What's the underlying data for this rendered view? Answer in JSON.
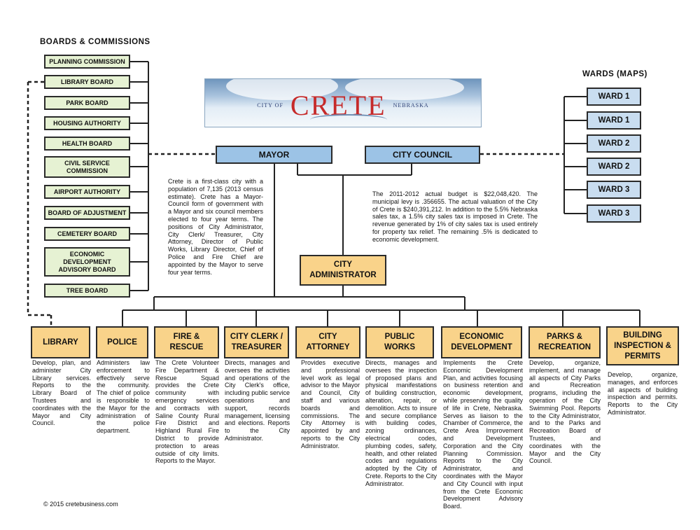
{
  "headers": {
    "boards": "BOARDS & COMMISSIONS",
    "wards": "WARDS (MAPS)"
  },
  "banner": {
    "city_of": "CITY OF",
    "name": "CRETE",
    "state": "NEBRASKA"
  },
  "boards": [
    "PLANNING COMMISSION",
    "LIBRARY BOARD",
    "PARK BOARD",
    "HOUSING AUTHORITY",
    "HEALTH BOARD",
    "CIVIL SERVICE COMMISSION",
    "AIRPORT AUTHORITY",
    "BOARD OF ADJUSTMENT",
    "CEMETERY BOARD",
    "ECONOMIC DEVELOPMENT ADVISORY BOARD",
    "TREE BOARD"
  ],
  "wards": [
    "WARD 1",
    "WARD 1",
    "WARD 2",
    "WARD 2",
    "WARD 3",
    "WARD 3"
  ],
  "mayor": "MAYOR",
  "council": "CITY COUNCIL",
  "administrator": "CITY ADMINISTRATOR",
  "mayor_text": "Crete is a first-class city with a population of 7,135 (2013 census estimate). Crete has a Mayor-Council form of government with a Mayor and six council members elected to four year terms. The positions of City Administrator, City Clerk/ Treasurer, City Attorney, Director of Public Works, Library Director, Chief of Police and Fire Chief are appointed by the Mayor to serve four year terms.",
  "budget_text": "The 2011-2012 actual budget is $22,048,420. The municipal levy is .356655. The actual valuation of the City of Crete is $240,391,212. In addition to the 5.5% Nebraska sales tax, a 1.5% city sales tax is imposed in Crete. The revenue generated by 1% of city sales tax is used entirely for property tax relief. The remaining .5% is dedicated to economic development.",
  "departments": [
    {
      "title": "LIBRARY",
      "desc": "Develop, plan, and administer City Library services. Reports to the Library Board of Trustees and coordinates with the Mayor and City Council."
    },
    {
      "title": "POLICE",
      "desc": "Administers law enforcement to effectively serve the community. The chief of police is responsible to the Mayor for the administration of the police department."
    },
    {
      "title": "FIRE & RESCUE",
      "desc": "The Crete Volunteer Fire Department & Rescue Squad provides the Crete community with emergency services and contracts with Saline County Rural Fire District and Highland Rural Fire District to provide protection to areas outside of city limits. Reports to the Mayor."
    },
    {
      "title": "CITY CLERK / TREASURER",
      "desc": "Directs, manages and oversees the activities and operations of the City Clerk's office, including public service operations and support, records management, licensing and elections. Reports to the City Administrator."
    },
    {
      "title": "CITY ATTORNEY",
      "desc": "Provides executive and professional level work as legal advisor to the Mayor and Council, City staff and various boards and commissions. The City Attorney is appointed by and reports to the City Administrator."
    },
    {
      "title": "PUBLIC WORKS",
      "desc": "Directs, manages and oversees the inspection of proposed plans and physical manifestations of building construction, alteration, repair, or demolition. Acts to insure and secure compliance with building codes, zoning ordinances, electrical codes, plumbing codes, safety, health, and other related codes and regulations adopted by the City of Crete. Reports to the City Administrator."
    },
    {
      "title": "ECONOMIC DEVELOPMENT",
      "desc": "Implements the Crete Economic Development Plan, and activities focusing on business retention and economic development, while preserving the quality of life in Crete, Nebraska. Serves as liaison to the Chamber of Commerce, the Crete Area Improvement and Development Corporation and the City Planning Commission. Reports to the City Administrator, and coordinates with the Mayor and City Council with input from the Crete Economic Development Advisory Board."
    },
    {
      "title": "PARKS & RECREATION",
      "desc": "Develop, organize, implement, and manage all aspects of City Parks and Recreation programs, including the operation of the City Swimming Pool. Reports to the City Administrator, and to the Parks and Recreation Board of Trustees, and coordinates with the Mayor and the City Council."
    },
    {
      "title": "BUILDING INSPECTION & PERMITS",
      "desc": "Develop, organize, manages, and enforces all aspects of building inspection and permits. Reports to the City Administrator."
    }
  ],
  "footer": "© 2015 cretebusiness.com",
  "colors": {
    "board_fill": "#e6f2d3",
    "blue_fill": "#9cc3e6",
    "ward_fill": "#c9ddf0",
    "dept_fill": "#f9d38a",
    "title_red": "#c62a2a"
  }
}
